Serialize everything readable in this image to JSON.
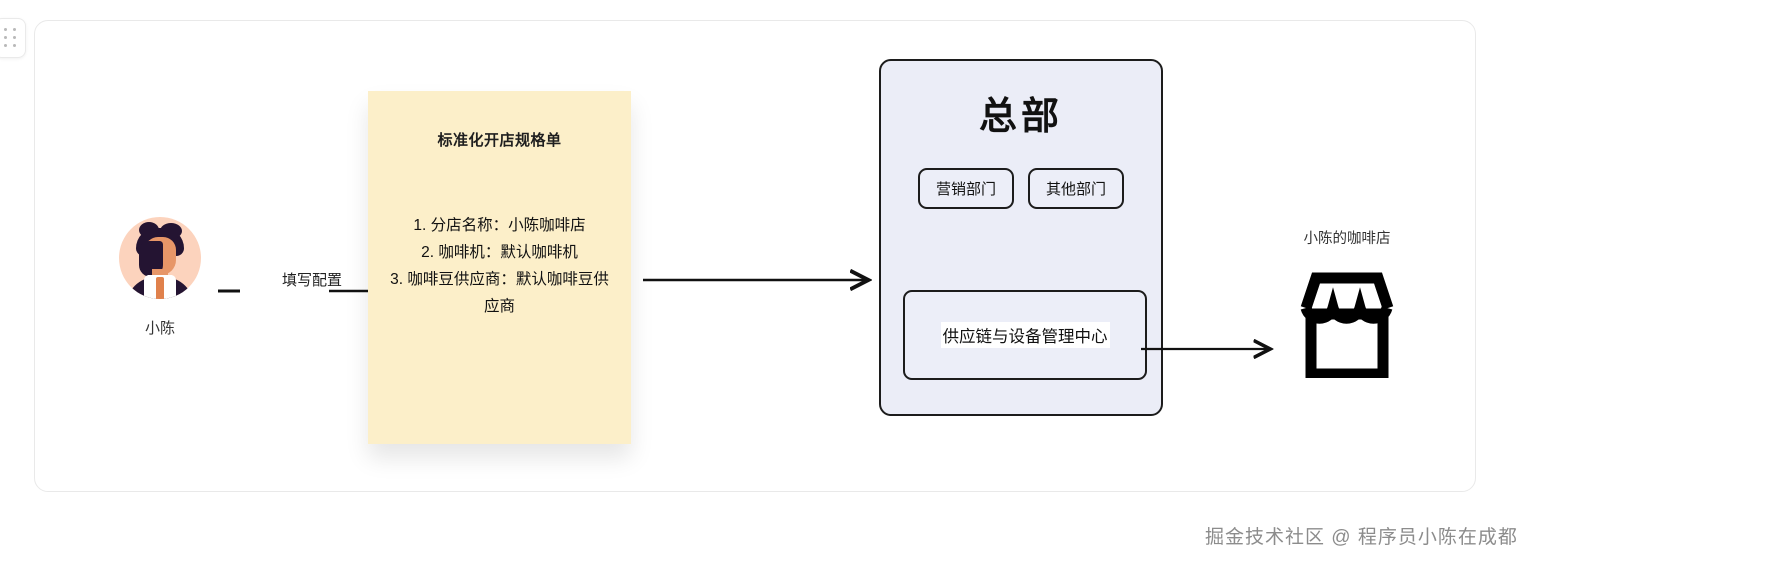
{
  "canvas": {
    "background": "#ffffff",
    "card_border": "#e9e9e9"
  },
  "drag_handle": {
    "icon": "drag-dots-icon"
  },
  "actor": {
    "avatar_icon": "user-avatar-illustration",
    "name": "小陈"
  },
  "edges": [
    {
      "id": "edge-fill-config",
      "label": "填写配置",
      "from": "actor",
      "to": "spec-note"
    },
    {
      "id": "edge-submit",
      "label": "",
      "from": "spec-note",
      "to": "headquarters"
    },
    {
      "id": "edge-deliver",
      "label": "",
      "from": "supply-center",
      "to": "shop"
    }
  ],
  "spec_note": {
    "title": "标准化开店规格单",
    "background": "#fcefc9",
    "items": [
      "1. 分店名称：小陈咖啡店",
      "2. 咖啡机：默认咖啡机",
      "3. 咖啡豆供应商：默认咖啡豆供应商"
    ]
  },
  "headquarters": {
    "title": "总部",
    "background": "#ebedf7",
    "border": "#1c1c1c",
    "departments": [
      "营销部门",
      "其他部门"
    ],
    "supply_center": "供应链与设备管理中心"
  },
  "shop": {
    "label": "小陈的咖啡店",
    "icon": "storefront-icon"
  },
  "watermark": {
    "text": "掘金技术社区 @ 程序员小陈在成都",
    "color": "#8c8c8c"
  }
}
